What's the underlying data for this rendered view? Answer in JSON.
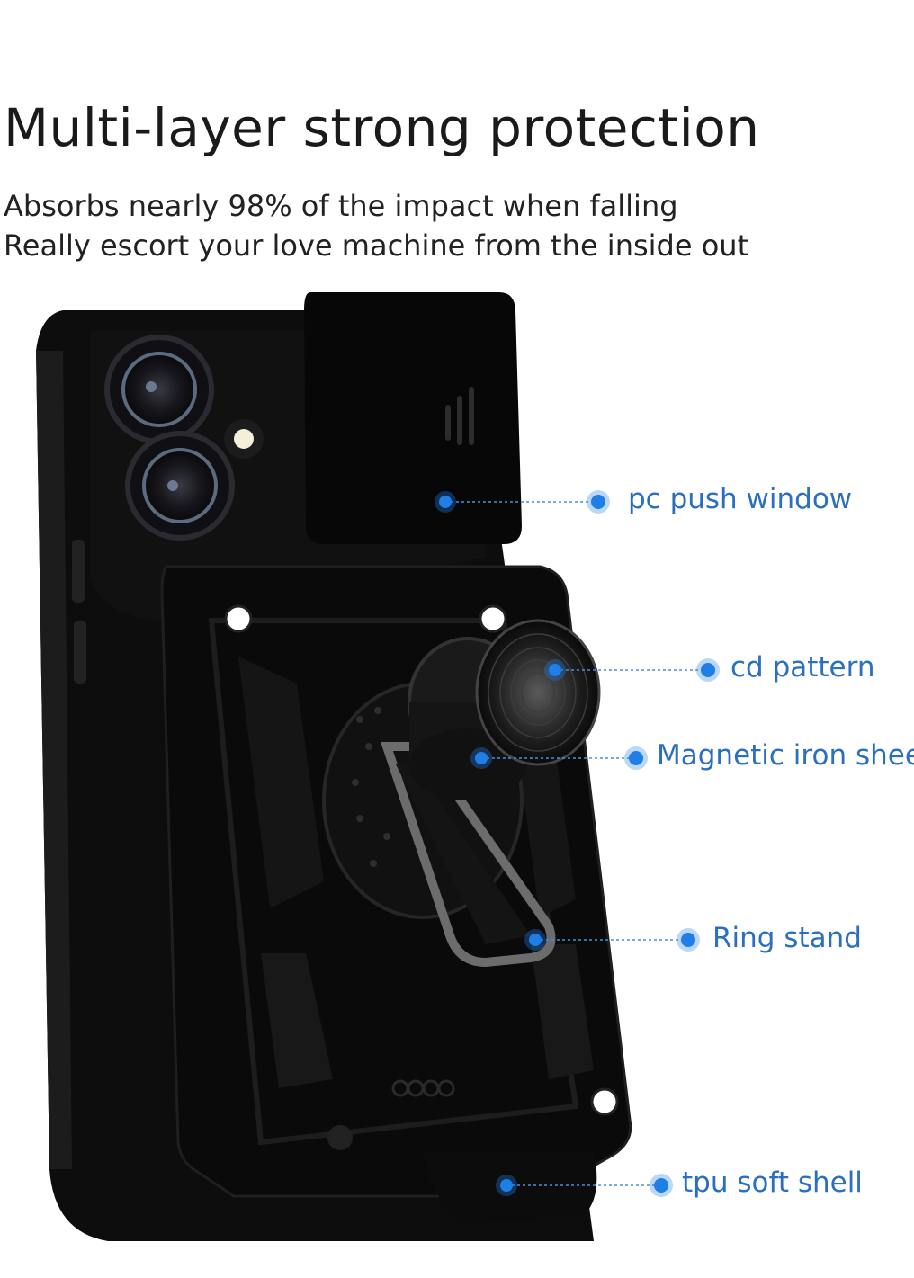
{
  "headline": "Multi-layer strong protection",
  "subtitle_lines": [
    "Absorbs nearly 98% of the impact when falling",
    "Really escort your love machine from the inside out"
  ],
  "callouts": [
    {
      "label": "pc push window"
    },
    {
      "label": "cd pattern"
    },
    {
      "label": "Magnetic iron sheet"
    },
    {
      "label": "Ring stand"
    },
    {
      "label": "tpu soft shell"
    }
  ],
  "colors": {
    "accent": "#1f7fe6",
    "callout_text": "#2b6fc2",
    "case": "#0b0b0b"
  },
  "icons": [
    "phone-case-illustration",
    "callout-dot-icon"
  ]
}
